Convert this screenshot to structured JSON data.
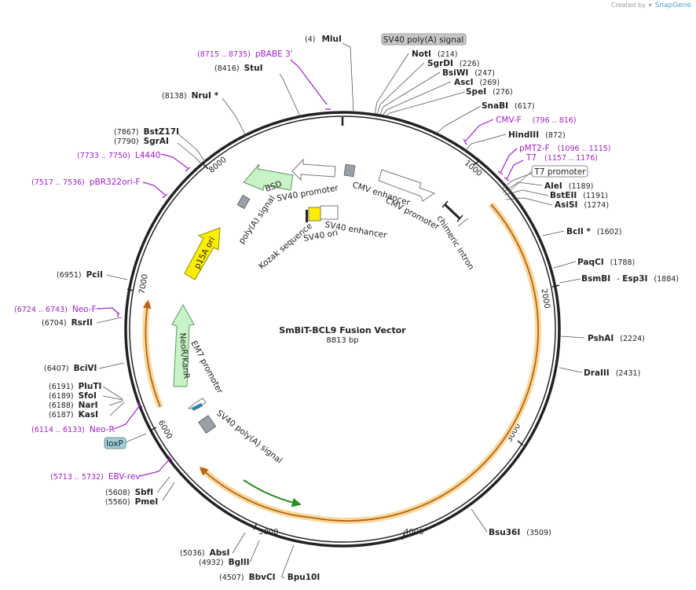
{
  "credit": {
    "text": "Created by",
    "brand": "SnapGene"
  },
  "plasmid": {
    "name": "SmBiT-BCL9 Fusion Vector",
    "size": "8813 bp"
  },
  "ticks": [
    "1000",
    "2000",
    "3000",
    "4000",
    "5000",
    "6000",
    "7000",
    "8000"
  ],
  "sites": [
    {
      "id": "mlui",
      "pos": "(4)",
      "name": "MluI",
      "pre": true
    },
    {
      "id": "stui",
      "pos": "(8416)",
      "name": "StuI",
      "pre": true
    },
    {
      "id": "nrui",
      "pos": "(8138)",
      "name": "NruI *",
      "pre": true
    },
    {
      "id": "bstz17i",
      "pos": "(7867)",
      "name": "BstZ17I",
      "pre": true
    },
    {
      "id": "sgrai",
      "pos": "(7790)",
      "name": "SgrAI",
      "pre": true
    },
    {
      "id": "pcii",
      "pos": "(6951)",
      "name": "PciI",
      "pre": true
    },
    {
      "id": "rsrii",
      "pos": "(6704)",
      "name": "RsrII",
      "pre": true
    },
    {
      "id": "bcivi",
      "pos": "(6407)",
      "name": "BciVI",
      "pre": true
    },
    {
      "id": "pluti",
      "pos": "(6191)",
      "name": "PluTI",
      "pre": true
    },
    {
      "id": "sfoi",
      "pos": "(6189)",
      "name": "SfoI",
      "pre": true
    },
    {
      "id": "nari",
      "pos": "(6188)",
      "name": "NarI",
      "pre": true
    },
    {
      "id": "kasi",
      "pos": "(6187)",
      "name": "KasI",
      "pre": true
    },
    {
      "id": "sbfi",
      "pos": "(5608)",
      "name": "SbfI",
      "pre": true
    },
    {
      "id": "pmei",
      "pos": "(5560)",
      "name": "PmeI",
      "pre": true
    },
    {
      "id": "absi",
      "pos": "(5036)",
      "name": "AbsI",
      "pre": true
    },
    {
      "id": "bglii",
      "pos": "(4932)",
      "name": "BglII",
      "pre": true
    },
    {
      "id": "bbvci",
      "pos": "(4507)",
      "name": "BbvCI",
      "pre": true
    },
    {
      "id": "noti",
      "pos": "(214)",
      "name": "NotI",
      "pre": false
    },
    {
      "id": "sgrdi",
      "pos": "(226)",
      "name": "SgrDI",
      "pre": false
    },
    {
      "id": "bsiwi",
      "pos": "(247)",
      "name": "BsiWI",
      "pre": false
    },
    {
      "id": "asci",
      "pos": "(269)",
      "name": "AscI",
      "pre": false
    },
    {
      "id": "spei",
      "pos": "(276)",
      "name": "SpeI",
      "pre": false
    },
    {
      "id": "snabi",
      "pos": "(617)",
      "name": "SnaBI",
      "pre": false
    },
    {
      "id": "hindiii",
      "pos": "(872)",
      "name": "HindIII",
      "pre": false
    },
    {
      "id": "alei",
      "pos": "(1189)",
      "name": "AleI",
      "pre": false
    },
    {
      "id": "bsteii",
      "pos": "(1191)",
      "name": "BstEII",
      "pre": false
    },
    {
      "id": "asisi",
      "pos": "(1274)",
      "name": "AsiSI",
      "pre": false
    },
    {
      "id": "bcli",
      "pos": "(1602)",
      "name": "BclI *",
      "pre": false
    },
    {
      "id": "paqci",
      "pos": "(1788)",
      "name": "PaqCI",
      "pre": false
    },
    {
      "id": "pshai",
      "pos": "(2224)",
      "name": "PshAI",
      "pre": false
    },
    {
      "id": "draiii",
      "pos": "(2431)",
      "name": "DraIII",
      "pre": false
    },
    {
      "id": "bsu36i",
      "pos": "(3509)",
      "name": "Bsu36I",
      "pre": false
    }
  ],
  "compound_sites": [
    {
      "id": "bsmbi",
      "name1": "BsmBI",
      "name2": "Esp3I",
      "pos": "(1884)"
    },
    {
      "id": "bbvci2",
      "name1": "BbvCI",
      "name2": "Bpu10I",
      "pos": "(4507)"
    }
  ],
  "primers": [
    {
      "id": "pbabe3",
      "range": "(8715 .. 8735)",
      "name": "pBABE 3'"
    },
    {
      "id": "l4440",
      "range": "(7733 .. 7750)",
      "name": "L4440"
    },
    {
      "id": "pbr322ori",
      "range": "(7517 .. 7536)",
      "name": "pBR322ori-F"
    },
    {
      "id": "neof",
      "range": "(6724 .. 6743)",
      "name": "Neo-F"
    },
    {
      "id": "neor",
      "range": "(6114 .. 6133)",
      "name": "Neo-R"
    },
    {
      "id": "ebvrev",
      "range": "(5713 .. 5732)",
      "name": "EBV-rev"
    },
    {
      "id": "cmvf",
      "range": "(796 .. 816)",
      "name": "CMV-F"
    },
    {
      "id": "pmt2f",
      "range": "(1096 .. 1115)",
      "name": "pMT2-F"
    },
    {
      "id": "t7",
      "range": "(1157 .. 1176)",
      "name": "T7"
    }
  ],
  "boxed_labels": {
    "sv40_polya_top": "SV40 poly(A) signal",
    "t7_promoter": "T7 promoter",
    "loxp": "loxP"
  },
  "features": {
    "cmv_enhancer": "CMV enhancer",
    "cmv_promoter": "CMV promoter",
    "chimeric_intron": "chimeric intron",
    "sv40_promoter": "SV40 promoter",
    "bsd": "BSD",
    "polya_signal": "poly(A) signal",
    "p15a_ori": "p15A ori",
    "kozak": "Kozak sequence",
    "sv40_enhancer": "SV40 enhancer",
    "sv40_ori": "SV40 ori",
    "neor_kanr": "NeoR/KanR",
    "em7_promoter": "EM7 promoter",
    "sv40_polya_inner": "SV40 poly(A) signal"
  },
  "colors": {
    "backbone": "#222222",
    "orf_arc": "#e39a2a",
    "orf_glow": "#f9d89a",
    "primer": "#a020c8",
    "feature_gray": "#9aa0a8",
    "bsd_green": "#c8f2c8",
    "ori_yellow": "#ffee00",
    "green_arrow": "#2e8b22",
    "loxp_blue": "#9dd0da"
  }
}
